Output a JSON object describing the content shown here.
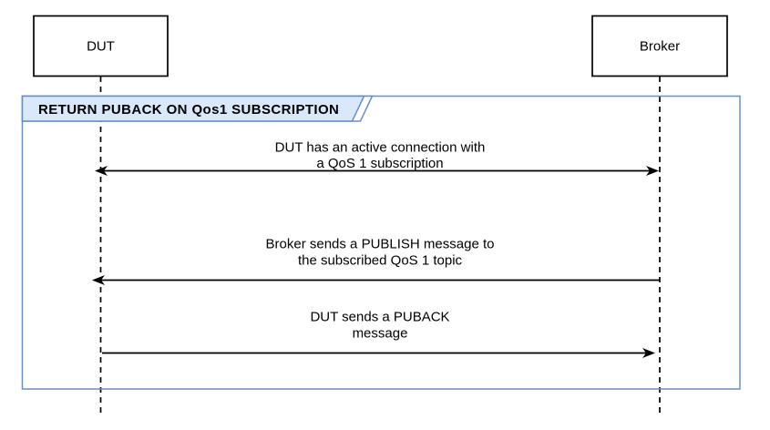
{
  "diagram": {
    "type": "sequence-diagram",
    "actors": [
      {
        "name": "DUT"
      },
      {
        "name": "Broker"
      }
    ],
    "frame": {
      "title": "RETURN PUBACK ON Qos1 SUBSCRIPTION"
    },
    "messages": [
      {
        "from": "DUT",
        "to": "Broker",
        "arrow": "bidirectional",
        "line1": "DUT has an active connection with",
        "line2": "a QoS 1 subscription"
      },
      {
        "from": "Broker",
        "to": "DUT",
        "arrow": "left",
        "line1": "Broker sends a PUBLISH message to",
        "line2": "the subscribed QoS 1 topic"
      },
      {
        "from": "DUT",
        "to": "Broker",
        "arrow": "right",
        "line1": "DUT sends a PUBACK",
        "line2": "message"
      }
    ],
    "colors": {
      "frame_stroke": "#6c8ebf",
      "label_fill": "#dae8fc",
      "line": "#000000",
      "background": "#ffffff"
    }
  }
}
